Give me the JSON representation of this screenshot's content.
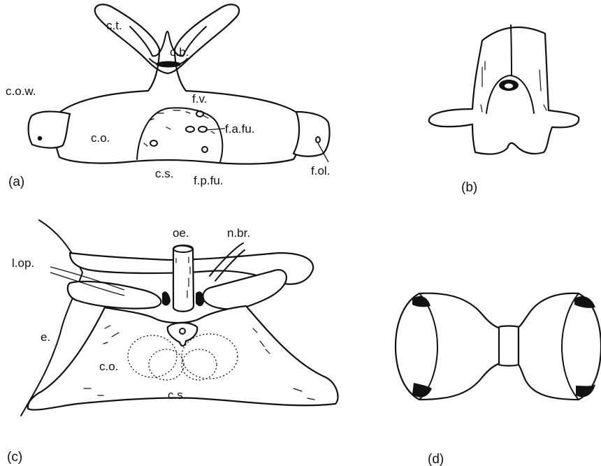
{
  "panels": {
    "a": {
      "label": "(a)",
      "callouts": {
        "ct": "c.t.",
        "cb": "c.b.",
        "cow": "c.o.w.",
        "co": "c.o.",
        "fv": "f.v.",
        "fafu": "f.a.fu.",
        "cs": "c.s.",
        "fpfu": "f.p.fu.",
        "fol": "f.ol."
      }
    },
    "b": {
      "label": "(b)"
    },
    "c": {
      "label": "(c)",
      "callouts": {
        "oe": "oe.",
        "nbr": "n.br.",
        "lop": "l.op.",
        "e": "e.",
        "co": "c.o.",
        "cs": "c.s."
      }
    },
    "d": {
      "label": "(d)"
    }
  }
}
